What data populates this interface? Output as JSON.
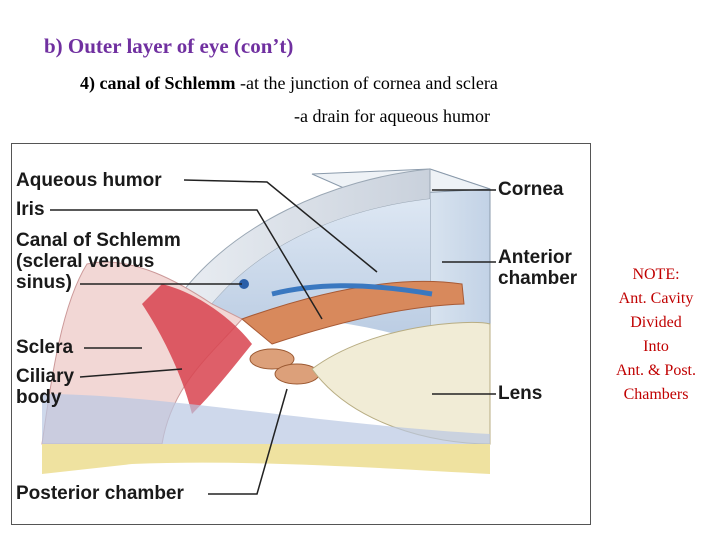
{
  "slide": {
    "title": "b)  Outer layer of eye (con’t)",
    "point_term": "4)  canal of Schlemm",
    "point_line1": " -at the junction of cornea and sclera",
    "point_line2": "-a drain for aqueous humor"
  },
  "figure_labels": {
    "aqueous_humor": "Aqueous humor",
    "iris": "Iris",
    "canal_line1": "Canal of Schlemm",
    "canal_line2": "(scleral venous",
    "canal_line3": "sinus)",
    "sclera": "Sclera",
    "ciliary_line1": "Ciliary",
    "ciliary_line2": "body",
    "posterior_chamber": "Posterior chamber",
    "cornea": "Cornea",
    "anterior_line1": "Anterior",
    "anterior_line2": "chamber",
    "lens": "Lens"
  },
  "note": {
    "lines": [
      "NOTE:",
      "Ant. Cavity",
      "Divided",
      "Into",
      "Ant. & Post.",
      "Chambers"
    ],
    "color": "#c00000"
  },
  "colors": {
    "title": "#7030a0"
  }
}
